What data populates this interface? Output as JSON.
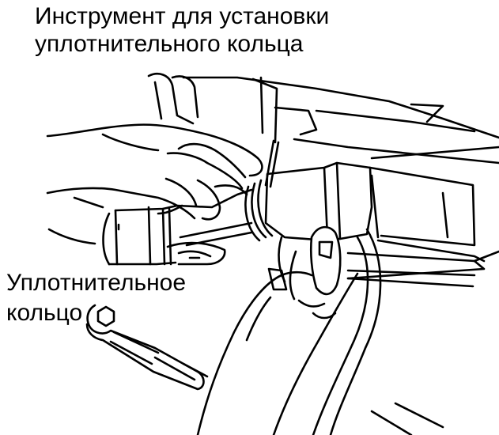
{
  "labels": {
    "tool_line1": "Инструмент для установки",
    "tool_line2": "уплотнительного кольца",
    "ring_line1": "Уплотнительное",
    "ring_line2": "кольцо"
  }
}
